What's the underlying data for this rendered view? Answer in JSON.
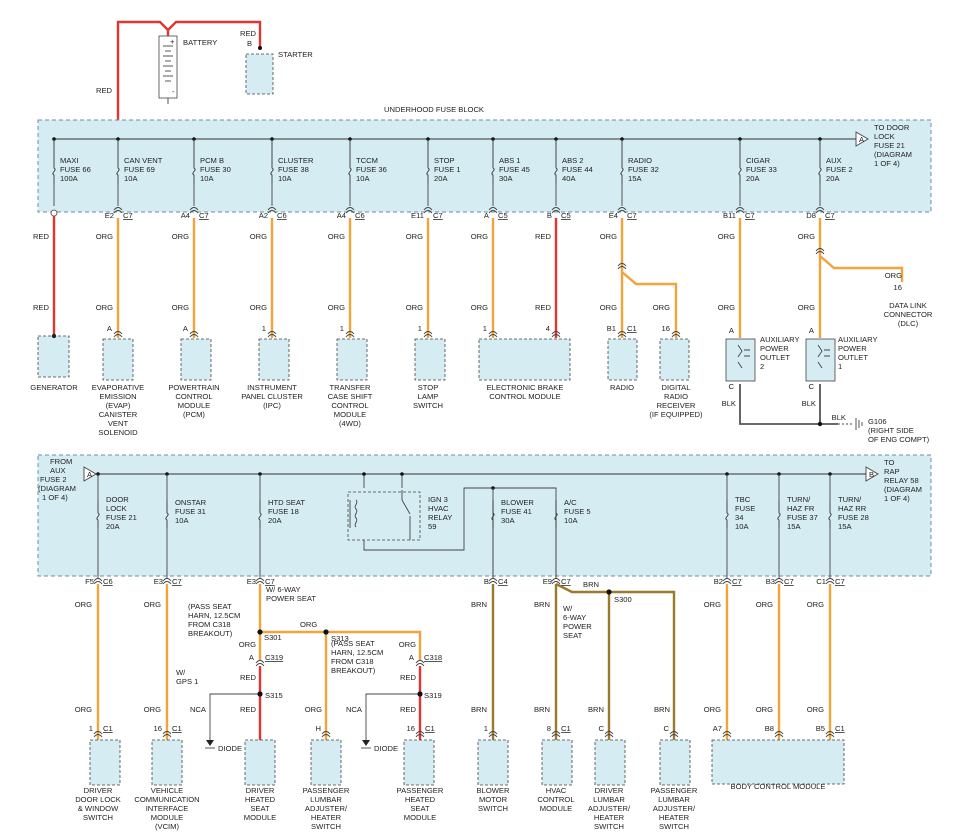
{
  "top": {
    "battery": "BATTERY",
    "battery_plus": "+",
    "battery_minus": "-",
    "starter": "STARTER",
    "starter_wire": "RED",
    "starter_pin": "B",
    "battery_wire": "RED",
    "fuse_block_title": "UNDERHOOD FUSE BLOCK",
    "to_door_lock": [
      "TO DOOR",
      "LOCK",
      "FUSE 21",
      "(DIAGRAM",
      "1 OF 4)"
    ],
    "bus_flag": "A",
    "fuses": [
      {
        "name": "MAXI",
        "fuse": "FUSE 66",
        "amp": "100A"
      },
      {
        "name": "CAN VENT",
        "fuse": "FUSE 69",
        "amp": "10A",
        "pin": "E2",
        "conn": "C7"
      },
      {
        "name": "PCM B",
        "fuse": "FUSE 30",
        "amp": "10A",
        "pin": "A4",
        "conn": "C7"
      },
      {
        "name": "CLUSTER",
        "fuse": "FUSE 38",
        "amp": "10A",
        "pin": "A2",
        "conn": "C6"
      },
      {
        "name": "TCCM",
        "fuse": "FUSE 36",
        "amp": "10A",
        "pin": "A4",
        "conn": "C6"
      },
      {
        "name": "STOP",
        "fuse": "FUSE 1",
        "amp": "20A",
        "pin": "E11",
        "conn": "C7"
      },
      {
        "name": "ABS 1",
        "fuse": "FUSE 45",
        "amp": "30A",
        "pin": "A",
        "conn": "C5"
      },
      {
        "name": "ABS 2",
        "fuse": "FUSE 44",
        "amp": "40A",
        "pin": "B",
        "conn": "C5"
      },
      {
        "name": "RADIO",
        "fuse": "FUSE 32",
        "amp": "15A",
        "pin": "E4",
        "conn": "C7"
      },
      {
        "name": "CIGAR",
        "fuse": "FUSE 33",
        "amp": "20A",
        "pin": "B11",
        "conn": "C7"
      },
      {
        "name": "AUX",
        "fuse": "FUSE 2",
        "amp": "20A",
        "pin": "D8",
        "conn": "C7"
      }
    ],
    "wires": {
      "red": "RED",
      "org": "ORG",
      "blk": "BLK",
      "brn": "BRN"
    },
    "components": {
      "generator": [
        "GENERATOR"
      ],
      "evap": [
        "EVAPORATIVE",
        "EMISSION",
        "(EVAP)",
        "CANISTER",
        "VENT",
        "SOLENOID"
      ],
      "pcm": [
        "POWERTRAIN",
        "CONTROL",
        "MODULE",
        "(PCM)"
      ],
      "ipc": [
        "INSTRUMENT",
        "PANEL CLUSTER",
        "(IPC)"
      ],
      "tccm": [
        "TRANSFER",
        "CASE SHIFT",
        "CONTROL",
        "MODULE",
        "(4WD)"
      ],
      "stop": [
        "STOP",
        "LAMP",
        "SWITCH"
      ],
      "ebcm": [
        "ELECTRONIC BRAKE",
        "CONTROL MODULE"
      ],
      "radio": [
        "RADIO"
      ],
      "drr": [
        "DIGITAL",
        "RADIO",
        "RECEIVER",
        "(IF EQUIPPED)"
      ],
      "apo2": [
        "AUXILIARY",
        "POWER",
        "OUTLET",
        "2"
      ],
      "apo1": [
        "AUXILIARY",
        "POWER",
        "OUTLET",
        "1"
      ],
      "dlc": [
        "DATA LINK",
        "CONNECTOR",
        "(DLC)"
      ],
      "g106": [
        "G106",
        "(RIGHT SIDE",
        "OF ENG COMPT)"
      ]
    },
    "pins": {
      "evap": "A",
      "pcm": "A",
      "ipc": "1",
      "tccm": "1",
      "stop": "1",
      "ebcm_a": "1",
      "ebcm_b": "4",
      "radio": "B1",
      "radio_conn": "C1",
      "drr": "16",
      "dlc": "16",
      "apo_a": "A",
      "apo_c": "C"
    }
  },
  "bottom": {
    "from_aux": [
      "FROM",
      "AUX",
      "FUSE 2",
      "(DIAGRAM",
      "1 OF 4)"
    ],
    "to_rap": [
      "TO",
      "RAP",
      "RELAY 58",
      "(DIAGRAM",
      "1 OF 4)"
    ],
    "flag_a": "A",
    "flag_b": "B",
    "relay": [
      "IGN 3",
      "HVAC",
      "RELAY",
      "59"
    ],
    "fuses": [
      {
        "name": "DOOR",
        "l2": "LOCK",
        "fuse": "FUSE 21",
        "amp": "20A",
        "pin": "F5",
        "conn": "C6"
      },
      {
        "name": "ONSTAR",
        "fuse": "FUSE 31",
        "amp": "10A",
        "pin": "E3",
        "conn": "C7"
      },
      {
        "name": "HTD SEAT",
        "fuse": "FUSE 18",
        "amp": "20A",
        "pin": "E3",
        "conn": "C7"
      },
      {
        "name": "BLOWER",
        "fuse": "FUSE 41",
        "amp": "30A",
        "pin": "B",
        "conn": "C4"
      },
      {
        "name": "A/C",
        "fuse": "FUSE 5",
        "amp": "10A",
        "pin": "E9",
        "conn": "C7"
      },
      {
        "name": "TBC",
        "l2": "FUSE",
        "fuse": "34",
        "amp": "10A",
        "pin": "B2",
        "conn": "C7"
      },
      {
        "name": "TURN/",
        "l2": "HAZ FR",
        "fuse": "FUSE 37",
        "amp": "15A",
        "pin": "B3",
        "conn": "C7"
      },
      {
        "name": "TURN/",
        "l2": "HAZ RR",
        "fuse": "FUSE 28",
        "amp": "15A",
        "pin": "C1",
        "conn": "C7"
      }
    ],
    "notes": {
      "w6way": [
        "W/ 6-WAY",
        "POWER SEAT"
      ],
      "pass_harn1": [
        "(PASS SEAT",
        "HARN, 12.5CM",
        "FROM C318",
        "BREAKOUT)"
      ],
      "pass_harn2": [
        "(PASS SEAT",
        "HARN, 12.5CM",
        "FROM C318",
        "BREAKOUT)"
      ],
      "wgps": [
        "W/",
        "GPS 1"
      ],
      "w6way_b": [
        "W/",
        "6-WAY",
        "POWER",
        "SEAT"
      ],
      "s301": "S301",
      "s313": "S313",
      "s315": "S315",
      "s319": "S319",
      "s300": "S300",
      "c319": "C319",
      "c318": "C318",
      "nca": "NCA",
      "diode": "DIODE"
    },
    "components": {
      "door": [
        "DRIVER",
        "DOOR LOCK",
        "& WINDOW",
        "SWITCH"
      ],
      "vcim": [
        "VEHICLE",
        "COMMUNICATION",
        "INTERFACE",
        "MODULE",
        "(VCIM)"
      ],
      "dhs": [
        "DRIVER",
        "HEATED",
        "SEAT",
        "MODULE"
      ],
      "pls": [
        "PASSENGER",
        "LUMBAR",
        "ADJUSTER/",
        "HEATER",
        "SWITCH"
      ],
      "phs": [
        "PASSENGER",
        "HEATED",
        "SEAT",
        "MODULE"
      ],
      "blower": [
        "BLOWER",
        "MOTOR",
        "SWITCH"
      ],
      "hvac": [
        "HVAC",
        "CONTROL",
        "MODULE"
      ],
      "dla": [
        "DRIVER",
        "LUMBAR",
        "ADJUSTER/",
        "HEATER",
        "SWITCH"
      ],
      "pla": [
        "PASSENGER",
        "LUMBAR",
        "ADJUSTER/",
        "HEATER",
        "SWITCH"
      ],
      "bcm": [
        "BODY CONTROL MODULE"
      ]
    },
    "pins": {
      "door": "1",
      "door_c": "C1",
      "vcim": "16",
      "vcim_c": "C1",
      "dhs_a": "A",
      "phs_a": "A",
      "pls": "H",
      "phs": "16",
      "phs_c": "C1",
      "blower": "1",
      "hvac": "8",
      "hvac_c": "C1",
      "dla": "C",
      "pla": "C",
      "bcm1": "A7",
      "bcm2": "B8",
      "bcm3": "B5",
      "bcm_c": "C1"
    }
  }
}
